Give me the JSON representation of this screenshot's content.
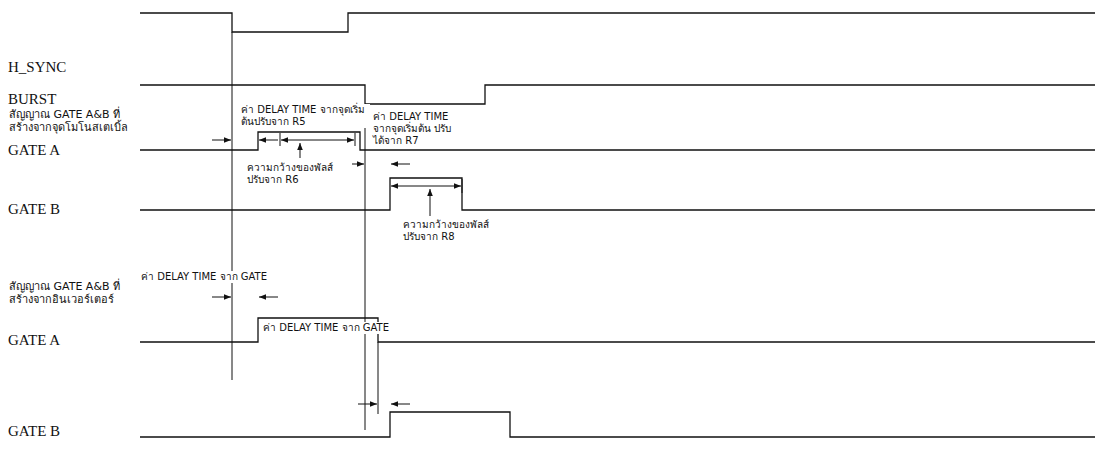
{
  "diagram": {
    "labels": [
      "H_SYNC",
      "BURST",
      "สัญญาณ GATE A&B ที่สร้างจากจุดโมโนสเตเบิ้ล",
      "GATE A",
      "ค่า DELAY TIME จากจุดเริ่มต้นปรับจาก R5",
      "ความกว้างของพัลส์ ปรับจาก R6",
      "ค่า DELAY TIME จากจุดเริ่มต้น ปรับได้จาก R7",
      "GATE B",
      "ความกว้างของพัลส์ ปรับจาก R8",
      "สัญญาณ GATE A&B ที่สร้างจากอินเวอร์เตอร์",
      "ค่า DELAY TIME จาก GATE",
      "GATE A",
      "ค่า DELAY TIME จาก GATE",
      "GATE B"
    ]
  }
}
